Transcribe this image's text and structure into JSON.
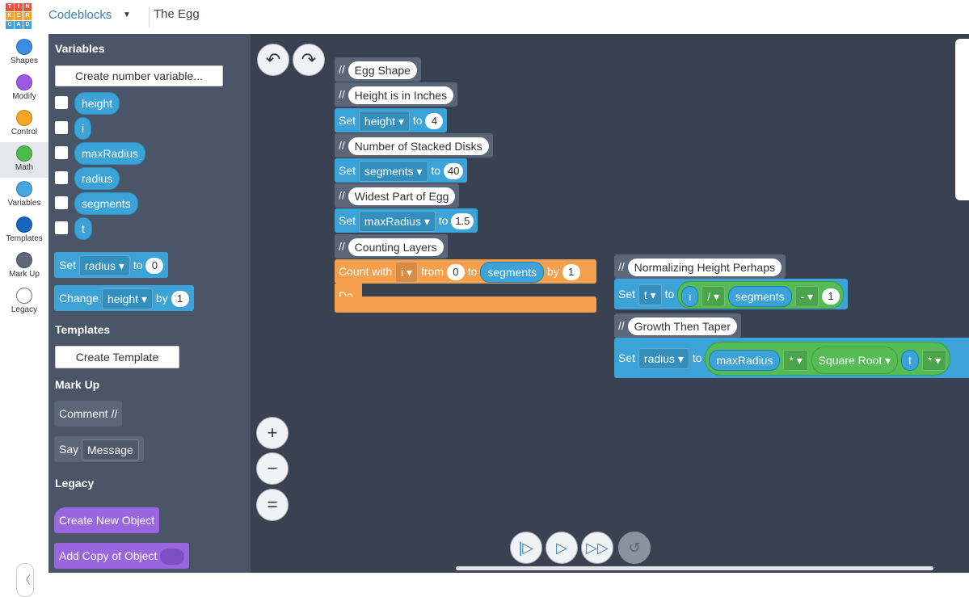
{
  "header": {
    "logo_letters": [
      "T",
      "I",
      "N",
      "K",
      "E",
      "R",
      "C",
      "A",
      "D"
    ],
    "logo_colors": [
      "#e8523f",
      "#e8523f",
      "#e8523f",
      "#f3a32b",
      "#f3a32b",
      "#f3a32b",
      "#46a0dc",
      "#46a0dc",
      "#46a0dc"
    ],
    "breadcrumb": "Codeblocks",
    "project_title": "The Egg"
  },
  "categories": [
    {
      "label": "Shapes",
      "color": "#3b8de0",
      "icon": "shapes-dot"
    },
    {
      "label": "Modify",
      "color": "#9b59e6",
      "icon": "modify-dot"
    },
    {
      "label": "Control",
      "color": "#f5a623",
      "icon": "control-dot"
    },
    {
      "label": "Math",
      "color": "#4cbb4c",
      "icon": "math-dot"
    },
    {
      "label": "Variables",
      "color": "#45a8dc",
      "icon": "variables-dot"
    },
    {
      "label": "Templates",
      "color": "#1665c0",
      "icon": "templates-dot"
    },
    {
      "label": "Mark Up",
      "color": "#5d6778",
      "icon": "markup-dot"
    },
    {
      "label": "Legacy",
      "color": "#ffffff",
      "icon": "legacy-dot"
    }
  ],
  "palette": {
    "variables_heading": "Variables",
    "create_variable_btn": "Create number variable...",
    "variables": [
      "height",
      "i",
      "maxRadius",
      "radius",
      "segments",
      "t"
    ],
    "set_block": {
      "kw": "Set",
      "var": "radius",
      "to": "to",
      "value": "0"
    },
    "change_block": {
      "kw": "Change",
      "var": "height",
      "by": "by",
      "value": "1"
    },
    "templates_heading": "Templates",
    "create_template_btn": "Create Template",
    "markup_heading": "Mark Up",
    "comment_block": "Comment //",
    "say_kw": "Say",
    "say_msg": "Message",
    "legacy_heading": "Legacy",
    "create_object": "Create New Object",
    "add_copy": "Add Copy of Object"
  },
  "workspace": {
    "c_egg_shape": "Egg Shape",
    "c_height_inches": "Height is in Inches",
    "set_height": {
      "kw": "Set",
      "var": "height",
      "to": "to",
      "value": "4"
    },
    "c_stacked_disks": "Number of Stacked Disks",
    "set_segments": {
      "kw": "Set",
      "var": "segments",
      "to": "to",
      "value": "40"
    },
    "c_widest": "Widest Part of Egg",
    "set_maxradius": {
      "kw": "Set",
      "var": "maxRadius",
      "to": "to",
      "value": "1.5"
    },
    "c_counting": "Counting Layers",
    "count": {
      "kw": "Count with",
      "var": "i",
      "from": "from",
      "from_val": "0",
      "to": "to",
      "to_var": "segments",
      "by": "by",
      "by_val": "1",
      "do": "Do"
    },
    "c_normalizing": "Normalizing Height Perhaps",
    "set_t": {
      "kw": "Set",
      "var": "t",
      "to": "to",
      "a": "i",
      "op1": "/",
      "b": "segments",
      "op2": "-",
      "c": "1"
    },
    "c_growth": "Growth Then Taper",
    "set_radius": {
      "kw": "Set",
      "var": "radius",
      "to": "to",
      "a": "maxRadius",
      "op1": "*",
      "fn": "Square Root",
      "b": "t",
      "op2": "*"
    },
    "comment_mark": "//"
  }
}
